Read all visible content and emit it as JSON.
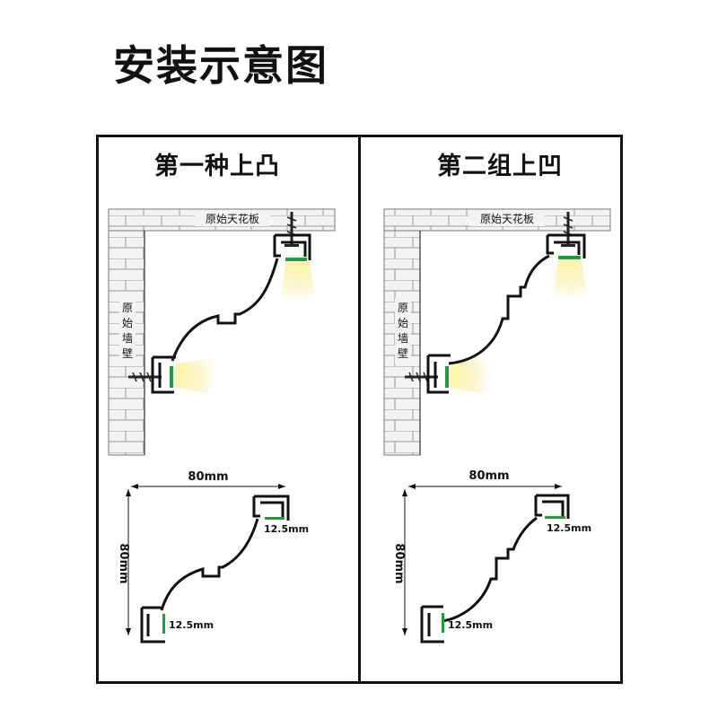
{
  "title": "安装示意图",
  "panels": [
    {
      "heading": "第一种上凸",
      "ceiling_label": "原始天花板",
      "wall_label": [
        "原",
        "始",
        "墙",
        "壁"
      ],
      "width_dim": "80mm",
      "height_dim": "80mm",
      "top_dim": "12.5mm",
      "bottom_dim": "12.5mm"
    },
    {
      "heading": "第二组上凹",
      "ceiling_label": "原始天花板",
      "wall_label": [
        "原",
        "始",
        "墙",
        "壁"
      ],
      "width_dim": "80mm",
      "height_dim": "80mm",
      "top_dim": "12.5mm",
      "bottom_dim": "12.5mm"
    }
  ],
  "colors": {
    "brick_fill": "#f3f3f3",
    "brick_line": "#9a9a9a",
    "profile": "#111111",
    "light_glow": "#f2e27a",
    "diffuser": "#1e9e3a",
    "dimension_line": "#111111"
  }
}
